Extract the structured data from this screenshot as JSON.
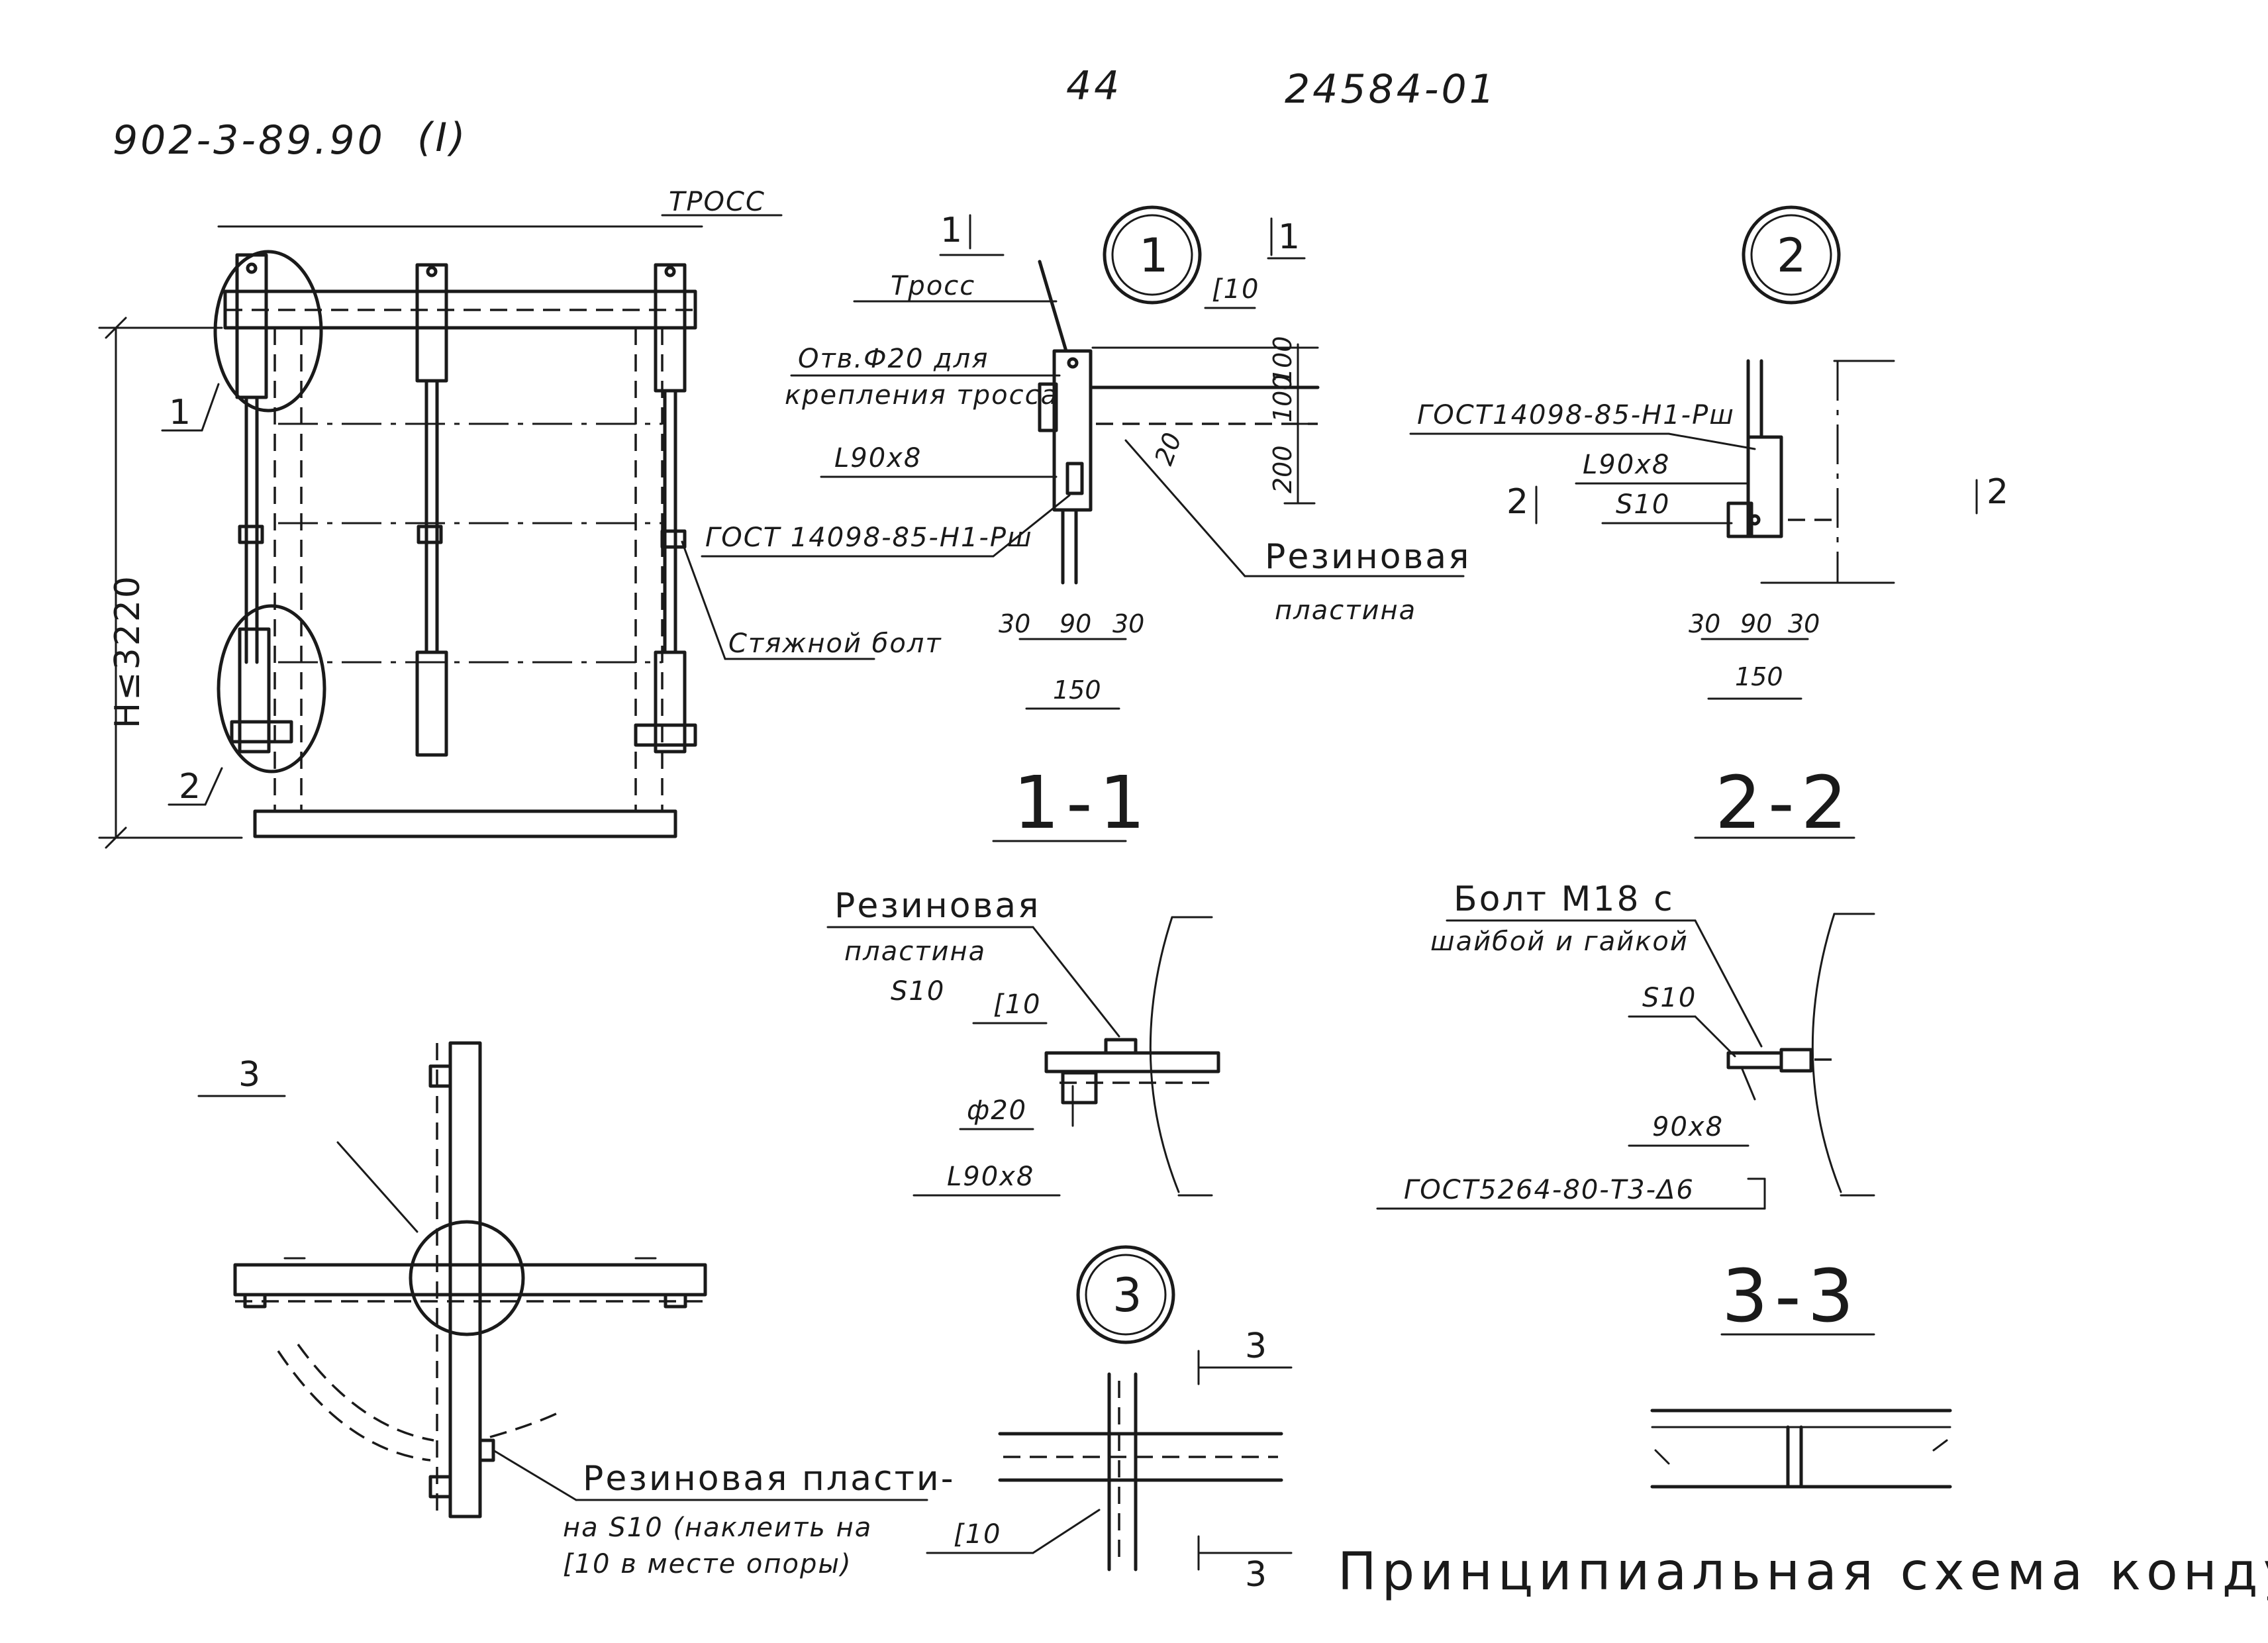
{
  "header": {
    "doc_number": "902-3-89.90",
    "doc_part": "(I)",
    "page_number": "44",
    "album_number": "24584-01"
  },
  "main_view": {
    "label_tross": "ТРОСС",
    "height_label": "H≤3220",
    "callout_1": "1",
    "callout_2": "2",
    "label_bolt": "Стяжной болт"
  },
  "detail_1": {
    "circle": "1",
    "section_mark_left": "1",
    "section_mark_right": "1",
    "channel": "[10",
    "tross": "Тросс",
    "hole_line1": "Отв.Ф20 для",
    "hole_line2": "крепления тросса",
    "angle": "L90x8",
    "gost": "ГОСТ 14098-85-Н1-Рш",
    "rubber_line1": "Резиновая",
    "rubber_line2": "пластина",
    "dims_vertical": [
      "100",
      "100",
      "200"
    ],
    "dim_20": "20",
    "dims_horizontal": [
      "30",
      "90",
      "30"
    ],
    "dim_total": "150",
    "section_title": "1-1"
  },
  "detail_2": {
    "circle": "2",
    "gost": "ГОСТ14098-85-Н1-Рш",
    "angle": "L90x8",
    "plate": "S10",
    "section_mark_left": "2",
    "section_mark_right": "2",
    "dims_horizontal": [
      "30",
      "90",
      "30"
    ],
    "dim_total": "150",
    "section_title": "2-2"
  },
  "detail_1_1_lower": {
    "rubber_line1": "Резиновая",
    "rubber_line2": "пластина",
    "rubber_line3": "S10",
    "channel": "[10",
    "hole": "ф20",
    "angle": "L90x8"
  },
  "detail_3_3": {
    "bolt_line1": "Болт М18 с",
    "bolt_line2": "шайбой и гайкой",
    "plate": "S10",
    "size": "90x8",
    "gost": "ГОСТ5264-80-Т3-Δ6",
    "section_title": "3-3"
  },
  "plan_view": {
    "label": "3",
    "note_line1": "Резиновая пласти-",
    "note_line2": "на S10 (наклеить на",
    "note_line3": "[10 в месте опоры)"
  },
  "detail_3": {
    "circle": "3",
    "mark_top": "3",
    "mark_bottom": "3",
    "channel": "[10"
  },
  "title": "Принципиальная схема кондуктора."
}
